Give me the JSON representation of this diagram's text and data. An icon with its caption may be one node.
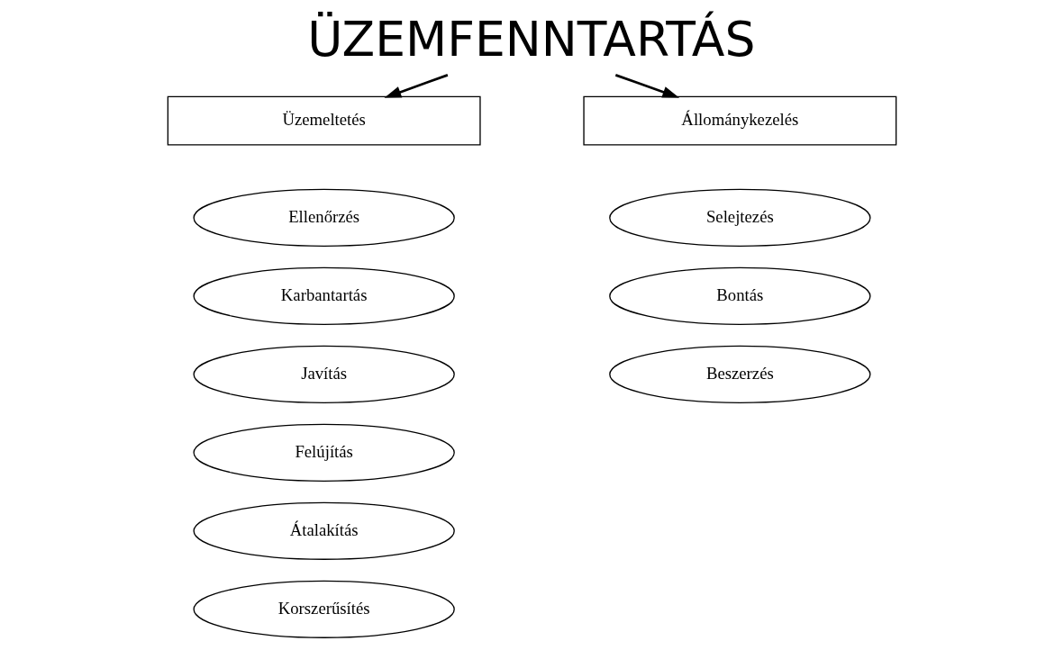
{
  "diagram": {
    "nodes": [
      {
        "text": [
          "ÜZEMFENNTARTÁS"
        ]
      },
      {
        "text": [
          "Üzemeltetés"
        ]
      },
      {
        "text": [
          "Állománykezelés"
        ]
      },
      {
        "text": [
          "Ellenőrzés"
        ]
      },
      {
        "text": [
          "Karbantartás"
        ]
      },
      {
        "text": [
          "Javítás"
        ]
      },
      {
        "text": [
          "Felújítás"
        ]
      },
      {
        "text": [
          "Átalakítás"
        ]
      },
      {
        "text": [
          "Korszerűsítés"
        ]
      },
      {
        "text": [
          "Selejtezés"
        ]
      },
      {
        "text": [
          "Bontás"
        ]
      },
      {
        "text": [
          "Beszerzés"
        ]
      }
    ],
    "edges": [
      {
        "from": 0,
        "to": 1,
        "arrow": "to"
      },
      {
        "from": 0,
        "to": 2,
        "arrow": "to"
      }
    ]
  }
}
